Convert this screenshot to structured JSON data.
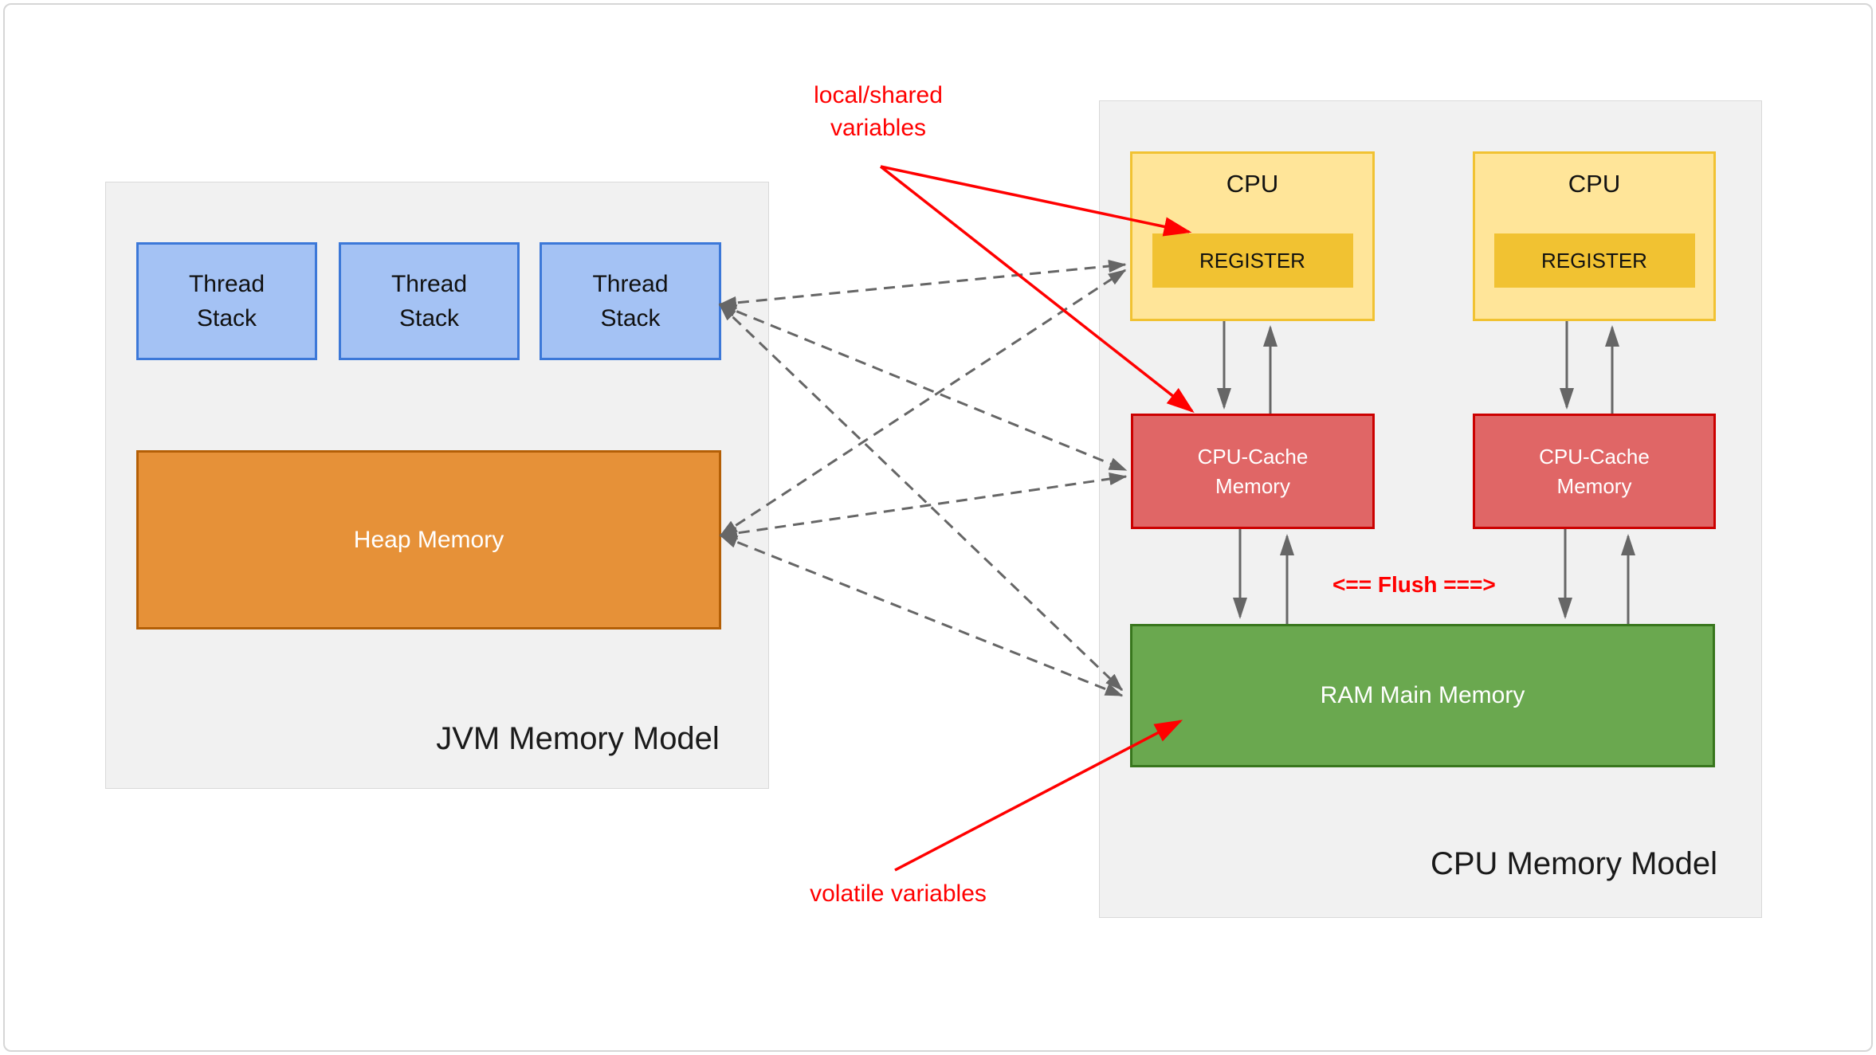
{
  "jvm": {
    "title": "JVM Memory Model",
    "thread_stacks": [
      "Thread Stack",
      "Thread Stack",
      "Thread Stack"
    ],
    "heap_label": "Heap Memory"
  },
  "cpu": {
    "title": "CPU Memory Model",
    "cpus": [
      {
        "label": "CPU",
        "register_label": "REGISTER"
      },
      {
        "label": "CPU",
        "register_label": "REGISTER"
      }
    ],
    "caches": [
      "CPU-Cache Memory",
      "CPU-Cache Memory"
    ],
    "ram_label": "RAM Main Memory",
    "flush_label": "<== Flush ===>"
  },
  "annotations": {
    "local_shared_label": "local/shared variables",
    "volatile_label": "volatile variables"
  },
  "colors": {
    "panel_bg": "#f1f1f1",
    "thread_stack_fill": "#a4c2f4",
    "thread_stack_border": "#3c78d8",
    "heap_fill": "#e69138",
    "heap_border": "#b45f06",
    "cpu_fill": "#ffe599",
    "cpu_border": "#f1c232",
    "register_fill": "#f1c232",
    "cache_fill": "#e06666",
    "cache_border": "#cc0000",
    "ram_fill": "#6aa84f",
    "ram_border": "#38761d",
    "arrow_gray": "#666666",
    "annotation_red": "#ff0000"
  }
}
